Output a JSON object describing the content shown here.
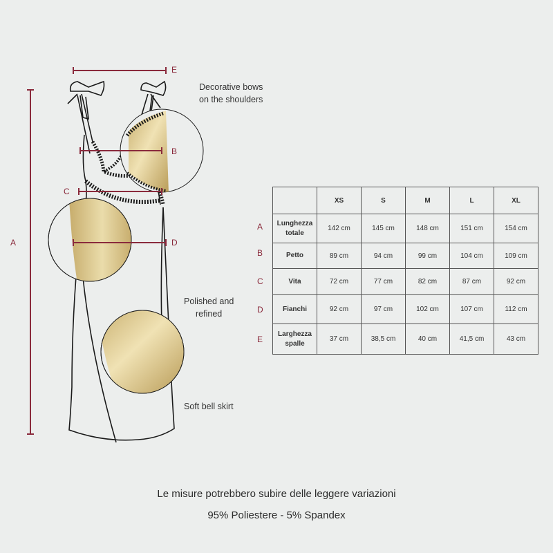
{
  "measure_labels": {
    "a": "A",
    "b": "B",
    "c": "C",
    "d": "D",
    "e": "E"
  },
  "callouts": {
    "bows": [
      "Decorative bows",
      "on the shoulders"
    ],
    "polished": [
      "Polished and",
      "refined"
    ],
    "skirt": [
      "Soft bell skirt"
    ]
  },
  "table": {
    "sizes": [
      "XS",
      "S",
      "M",
      "L",
      "XL"
    ],
    "rows": [
      {
        "letter": "A",
        "name": [
          "Lunghezza",
          "totale"
        ],
        "values": [
          "142 cm",
          "145 cm",
          "148 cm",
          "151 cm",
          "154 cm"
        ]
      },
      {
        "letter": "B",
        "name": [
          "Petto"
        ],
        "values": [
          "89 cm",
          "94 cm",
          "99 cm",
          "104 cm",
          "109 cm"
        ]
      },
      {
        "letter": "C",
        "name": [
          "Vita"
        ],
        "values": [
          "72 cm",
          "77 cm",
          "82 cm",
          "87 cm",
          "92 cm"
        ]
      },
      {
        "letter": "D",
        "name": [
          "Fianchi"
        ],
        "values": [
          "92 cm",
          "97 cm",
          "102 cm",
          "107 cm",
          "112 cm"
        ]
      },
      {
        "letter": "E",
        "name": [
          "Larghezza",
          "spalle"
        ],
        "values": [
          "37 cm",
          "38,5 cm",
          "40 cm",
          "41,5 cm",
          "43 cm"
        ]
      }
    ]
  },
  "footer": {
    "note": "Le misure potrebbero subire delle leggere variazioni",
    "composition": "95% Poliestere - 5% Spandex"
  },
  "colors": {
    "measure": "#8a2a3c",
    "satin": "#d9c48a",
    "background": "#eceeed"
  }
}
